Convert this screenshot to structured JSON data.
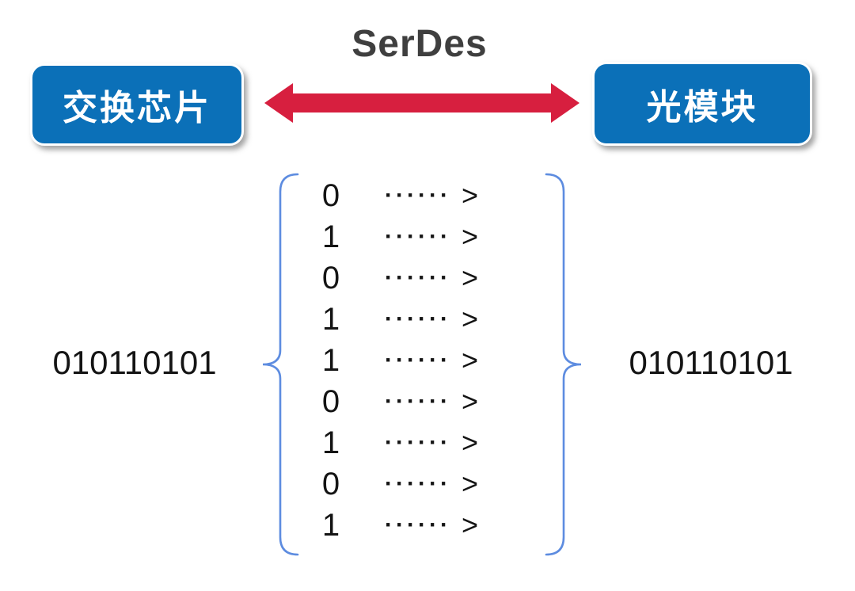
{
  "title": "SerDes",
  "left_box": {
    "label": "交换芯片"
  },
  "right_box": {
    "label": "光模块"
  },
  "left_value": "010110101",
  "right_value": "010110101",
  "serial": {
    "bits": [
      "0",
      "1",
      "0",
      "1",
      "1",
      "0",
      "1",
      "0",
      "1"
    ],
    "dots": "······",
    "arrow_char": ">"
  },
  "colors": {
    "box_blue": "#0b70b8",
    "arrow_red": "#d71f3f",
    "brace_blue": "#5d8ce0",
    "title_gray": "#3f3f3f",
    "text_black": "#141414"
  }
}
